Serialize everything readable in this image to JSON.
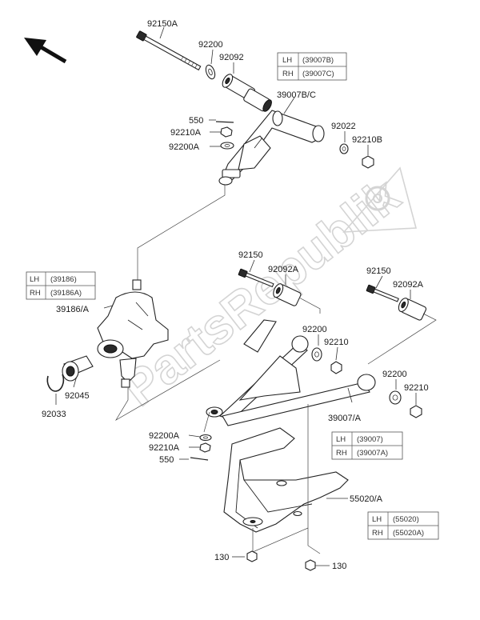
{
  "watermark": {
    "text": "PartsRepublik"
  },
  "labels": {
    "l92150A": "92150A",
    "l92200_top": "92200",
    "l92092_top": "92092",
    "l39007BC": "39007B/C",
    "l550_top": "550",
    "l92210A_top": "92210A",
    "l92200A_top": "92200A",
    "l92022": "92022",
    "l92210B": "92210B",
    "l92150_mid": "92150",
    "l92092A_mid": "92092A",
    "l92150_right": "92150",
    "l92092A_right": "92092A",
    "l39186A": "39186/A",
    "l92200_mid": "92200",
    "l92210_mid": "92210",
    "l92200_right": "92200",
    "l92210_right": "92210",
    "l92045": "92045",
    "l92033": "92033",
    "l39007A": "39007/A",
    "l92200A_bot": "92200A",
    "l92210A_bot": "92210A",
    "l550_bot": "550",
    "l55020A": "55020/A",
    "l130_left": "130",
    "l130_right": "130"
  },
  "tables": {
    "upper_arm": [
      {
        "side": "LH",
        "part": "(39007B)"
      },
      {
        "side": "RH",
        "part": "(39007C)"
      }
    ],
    "knuckle": [
      {
        "side": "LH",
        "part": "(39186)"
      },
      {
        "side": "RH",
        "part": "(39186A)"
      }
    ],
    "lower_arm": [
      {
        "side": "LH",
        "part": "(39007)"
      },
      {
        "side": "RH",
        "part": "(39007A)"
      }
    ],
    "guard": [
      {
        "side": "LH",
        "part": "(55020)"
      },
      {
        "side": "RH",
        "part": "(55020A)"
      }
    ]
  }
}
